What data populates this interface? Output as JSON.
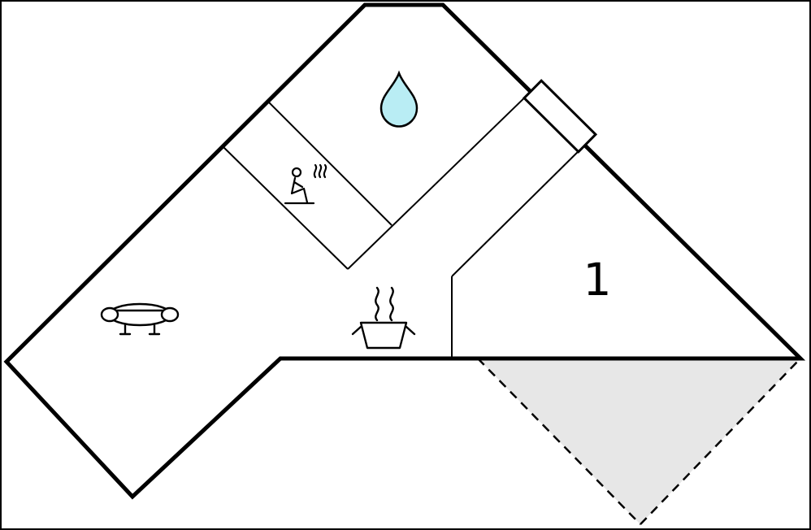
{
  "plan": {
    "type": "floor-plan",
    "room_labels": {
      "bedroom": "1"
    },
    "icons": [
      {
        "name": "water-drop-icon"
      },
      {
        "name": "sauna-person-icon"
      },
      {
        "name": "sofa-icon"
      },
      {
        "name": "cooking-pot-icon"
      },
      {
        "name": "door-window"
      },
      {
        "name": "terrace-area"
      }
    ],
    "colors": {
      "wall": "#000000",
      "background": "#ffffff",
      "water_drop_fill": "#b9edf4",
      "terrace_fill": "#e7e7e7"
    }
  }
}
